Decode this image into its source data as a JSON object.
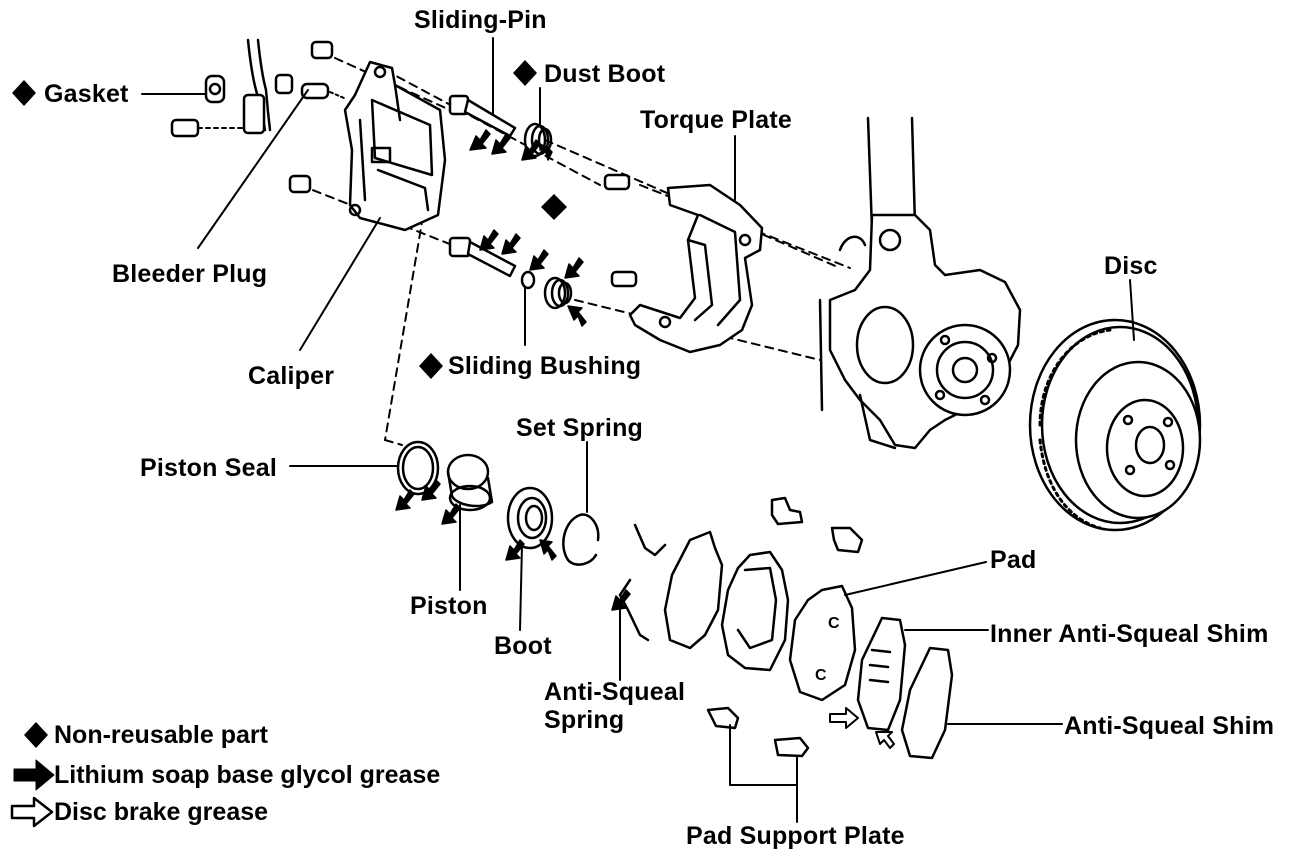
{
  "diagram": {
    "colors": {
      "ink": "#000000",
      "paper": "#ffffff"
    },
    "marker": "◆",
    "labels": {
      "gasket": "Gasket",
      "sliding_pin": "Sliding-Pin",
      "dust_boot": "Dust Boot",
      "torque_plate": "Torque Plate",
      "bleeder_plug": "Bleeder Plug",
      "disc": "Disc",
      "caliper": "Caliper",
      "sliding_bushing": "Sliding Bushing",
      "set_spring": "Set Spring",
      "piston_seal": "Piston Seal",
      "pad": "Pad",
      "piston": "Piston",
      "boot": "Boot",
      "inner_anti_squeal_shim": "Inner Anti-Squeal Shim",
      "anti_squeal_spring": "Anti-Squeal Spring",
      "anti_squeal_shim": "Anti-Squeal Shim",
      "pad_support_plate": "Pad Support Plate"
    },
    "legend": [
      {
        "icon": "filled-diamond",
        "text": "Non-reusable part"
      },
      {
        "icon": "filled-arrow",
        "text": "Lithium soap base glycol grease"
      },
      {
        "icon": "outline-arrow",
        "text": "Disc brake grease"
      }
    ]
  }
}
